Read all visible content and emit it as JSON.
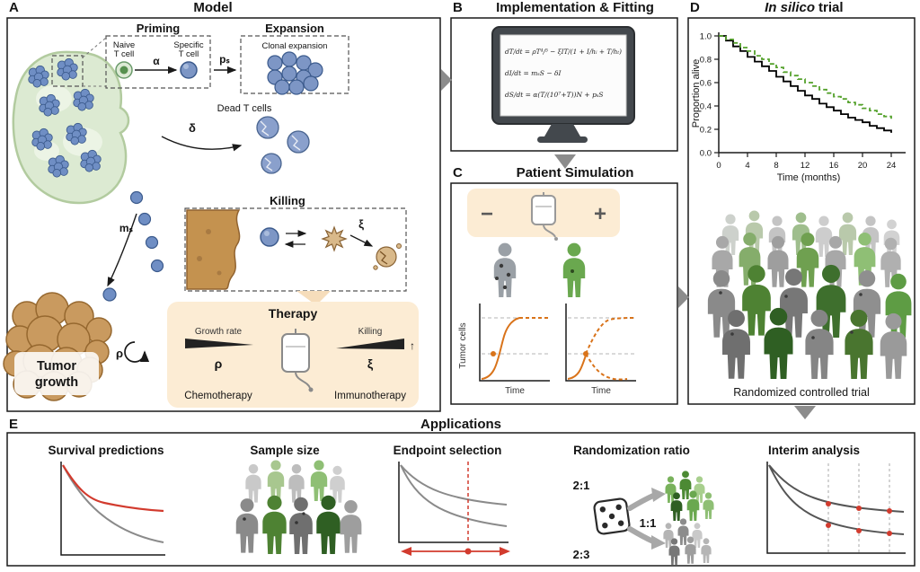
{
  "colors": {
    "accent_green": "#56a22d",
    "orange": "#d9731a",
    "red": "#d23b2e",
    "therapy_tan": "#fcecd4",
    "tumor_brown": "#c4924f",
    "cell_blue": "#6f8ec4",
    "connector_gray": "#8c8c8c"
  },
  "panels": {
    "A": {
      "letter": "A",
      "title": "Model",
      "priming": {
        "heading": "Priming",
        "naive_label_1": "Naive",
        "naive_label_2": "T cell",
        "alpha": "α",
        "specific_label_1": "Specific",
        "specific_label_2": "T cell",
        "ps": "pₛ"
      },
      "expansion": {
        "heading": "Expansion",
        "caption": "Clonal expansion"
      },
      "dead_t_cells_label": "Dead T cells",
      "delta": "δ",
      "ms": "mₛ",
      "killing_heading": "Killing",
      "killing_xi": "ξ",
      "tumor_growth_label_1": "Tumor",
      "tumor_growth_label_2": "growth",
      "rho": "ρ",
      "therapy": {
        "heading": "Therapy",
        "growth_rate_label": "Growth rate",
        "rho": "ρ",
        "chemo_label": "Chemotherapy",
        "killing_label": "Killing",
        "xi": "ξ",
        "up_arrow": "↑",
        "immuno_label": "Immunotherapy"
      }
    },
    "B": {
      "letter": "B",
      "title": "Implementation & Fitting",
      "equations": [
        "dT/dt = ρT⁴/⁵ − ξIT/(1 + I/hᵢ + T/hₜ)",
        "dI/dt = mₛS − δI",
        "dS/dt = α(T/(10⁷+T))N + pₛS"
      ]
    },
    "C": {
      "letter": "C",
      "title": "Patient Simulation",
      "minus_symbol": "−",
      "plus_symbol": "+",
      "ylabel": "Tumor cells",
      "xlabel": "Time"
    },
    "D": {
      "letter": "D",
      "title_italic": "In silico",
      "title_rest": "trial",
      "caption": "Randomized controlled trial"
    },
    "E": {
      "letter": "E",
      "title": "Applications",
      "items": [
        "Survival predictions",
        "Sample size",
        "Endpoint selection",
        "Randomization ratio",
        "Interim analysis"
      ],
      "ratios": {
        "r21": "2:1",
        "r11": "1:1",
        "r23": "2:3"
      }
    }
  },
  "chart_data": [
    {
      "id": "km_survival",
      "type": "line",
      "title": "In silico trial",
      "xlabel": "Time (months)",
      "ylabel": "Proportion alive",
      "xlim": [
        0,
        25
      ],
      "ylim": [
        0,
        1.0
      ],
      "grid": false,
      "legend": "none",
      "xtick_labels": [
        "0",
        "4",
        "8",
        "12",
        "16",
        "20",
        "24"
      ],
      "ytick_labels": [
        "1.0",
        "0.8",
        "0.6",
        "0.4",
        "0.2",
        "0.0"
      ],
      "series": [
        {
          "name": "trial arm (solid black)",
          "color": "#000000",
          "dash": "solid",
          "step": true,
          "x": [
            0,
            1,
            2,
            3,
            4,
            5,
            6,
            7,
            8,
            9,
            10,
            11,
            12,
            13,
            14,
            15,
            16,
            17,
            18,
            19,
            20,
            21,
            22,
            23,
            24
          ],
          "y": [
            1.0,
            0.96,
            0.91,
            0.87,
            0.82,
            0.78,
            0.74,
            0.7,
            0.65,
            0.61,
            0.57,
            0.53,
            0.49,
            0.46,
            0.42,
            0.39,
            0.36,
            0.33,
            0.3,
            0.28,
            0.26,
            0.23,
            0.21,
            0.19,
            0.17
          ]
        },
        {
          "name": "model prediction (dashed green)",
          "color": "#56a22d",
          "dash": "dashed",
          "step": true,
          "x": [
            0,
            1,
            2,
            3,
            4,
            5,
            6,
            7,
            8,
            9,
            10,
            11,
            12,
            13,
            14,
            15,
            16,
            17,
            18,
            19,
            20,
            21,
            22,
            23,
            24
          ],
          "y": [
            1.0,
            0.97,
            0.94,
            0.9,
            0.87,
            0.83,
            0.8,
            0.76,
            0.73,
            0.69,
            0.66,
            0.63,
            0.6,
            0.57,
            0.54,
            0.51,
            0.48,
            0.46,
            0.43,
            0.41,
            0.38,
            0.36,
            0.33,
            0.31,
            0.29
          ]
        }
      ]
    },
    {
      "id": "tumor_sim_no_therapy",
      "type": "line",
      "panel": "C",
      "xlabel": "Time",
      "ylabel": "Tumor cells",
      "schematic": true,
      "description": "Without therapy (−): tumor burden rises sigmoidally to the upper carrying-capacity gridline; dashed continuation at plateau; dot marks treatment-decision level."
    },
    {
      "id": "tumor_sim_with_therapy",
      "type": "line",
      "panel": "C",
      "xlabel": "Time",
      "ylabel": "Tumor cells",
      "schematic": true,
      "description": "With therapy (+): tumor burden rises to the decision dot, then dashed branches show projected continued growth versus therapy-induced decline."
    },
    {
      "id": "survival_predictions_sketch",
      "type": "line",
      "panel": "E",
      "schematic": true,
      "description": "Declining survival curves: gray model curve falls low, red observed/predicted curve plateaus higher."
    },
    {
      "id": "endpoint_selection_sketch",
      "type": "line",
      "panel": "E",
      "schematic": true,
      "description": "Two gray survival curves; vertical dashed red line marks candidate endpoint time; red double-headed arrow with center dot spans the endpoint window."
    },
    {
      "id": "interim_analysis_sketch",
      "type": "line",
      "panel": "E",
      "schematic": true,
      "description": "Two dark survival curves with red interim-look points at three dashed analysis times."
    }
  ]
}
